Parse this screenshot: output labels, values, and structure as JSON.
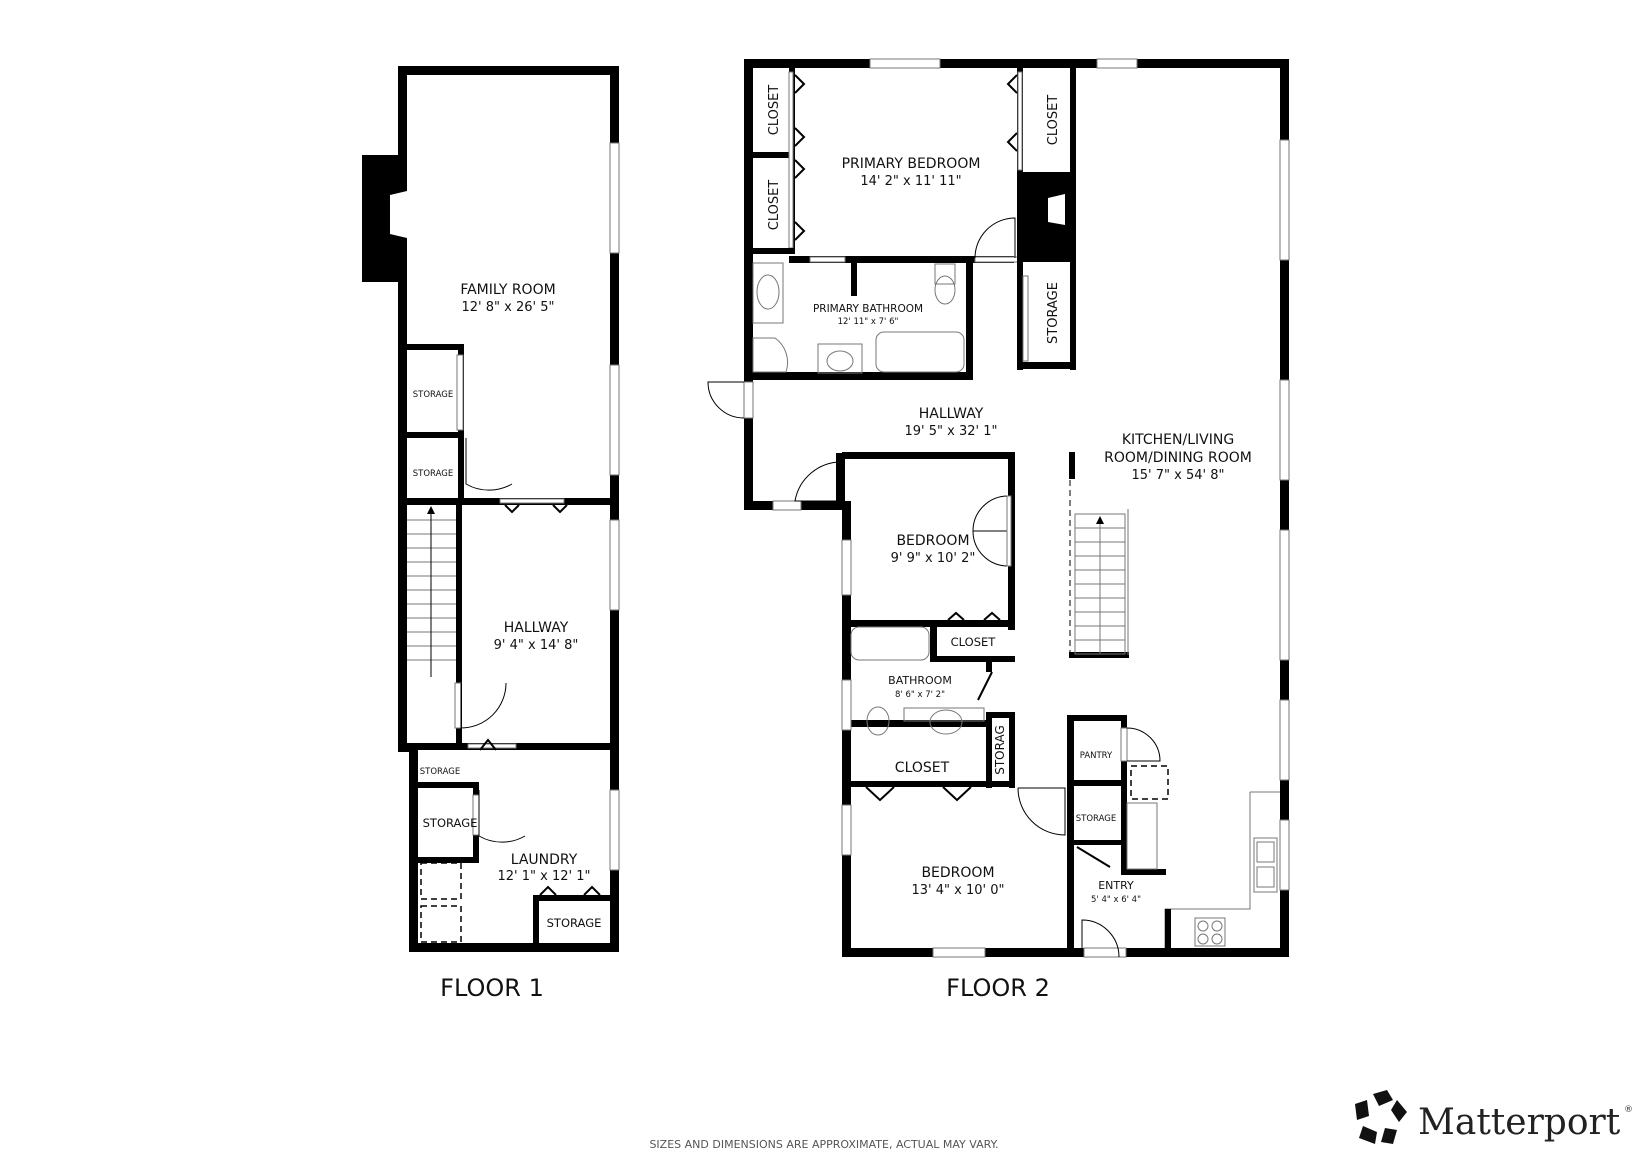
{
  "floors": [
    {
      "label": "FLOOR 1",
      "rooms": [
        {
          "name": "FAMILY ROOM",
          "dimensions": "12' 8\" x 26' 5\""
        },
        {
          "name": "STORAGE",
          "dimensions": ""
        },
        {
          "name": "STORAGE",
          "dimensions": ""
        },
        {
          "name": "HALLWAY",
          "dimensions": "9' 4\" x 14' 8\""
        },
        {
          "name": "STORAGE",
          "dimensions": ""
        },
        {
          "name": "STORAGE",
          "dimensions": ""
        },
        {
          "name": "LAUNDRY",
          "dimensions": "12' 1\" x 12' 1\""
        },
        {
          "name": "STORAGE",
          "dimensions": ""
        }
      ]
    },
    {
      "label": "FLOOR 2",
      "rooms": [
        {
          "name": "PRIMARY BEDROOM",
          "dimensions": "14' 2\" x 11' 11\""
        },
        {
          "name": "CLOSET",
          "dimensions": ""
        },
        {
          "name": "CLOSET",
          "dimensions": ""
        },
        {
          "name": "CLOSET",
          "dimensions": ""
        },
        {
          "name": "PRIMARY BATHROOM",
          "dimensions": "12' 11\" x 7' 6\""
        },
        {
          "name": "STORAGE",
          "dimensions": ""
        },
        {
          "name": "HALLWAY",
          "dimensions": "19' 5\" x 32' 1\""
        },
        {
          "name": "KITCHEN/LIVING",
          "name_line2": "ROOM/DINING ROOM",
          "dimensions": "15' 7\" x 54' 8\""
        },
        {
          "name": "BEDROOM",
          "dimensions": "9' 9\" x 10' 2\""
        },
        {
          "name": "CLOSET",
          "dimensions": ""
        },
        {
          "name": "BATHROOM",
          "dimensions": "8' 6\" x 7' 2\""
        },
        {
          "name": "STORAG",
          "dimensions": ""
        },
        {
          "name": "CLOSET",
          "dimensions": ""
        },
        {
          "name": "BEDROOM",
          "dimensions": "13' 4\" x 10' 0\""
        },
        {
          "name": "PANTRY",
          "dimensions": ""
        },
        {
          "name": "STORAGE",
          "dimensions": ""
        },
        {
          "name": "ENTRY",
          "dimensions": "5' 4\" x 6' 4\""
        }
      ]
    }
  ],
  "footer": {
    "disclaimer": "SIZES AND DIMENSIONS ARE APPROXIMATE, ACTUAL MAY VARY.",
    "brand": "Matterport",
    "brand_mark": "®"
  },
  "colors": {
    "wall": "#000000",
    "background": "#ffffff",
    "fixture": "#777777"
  }
}
